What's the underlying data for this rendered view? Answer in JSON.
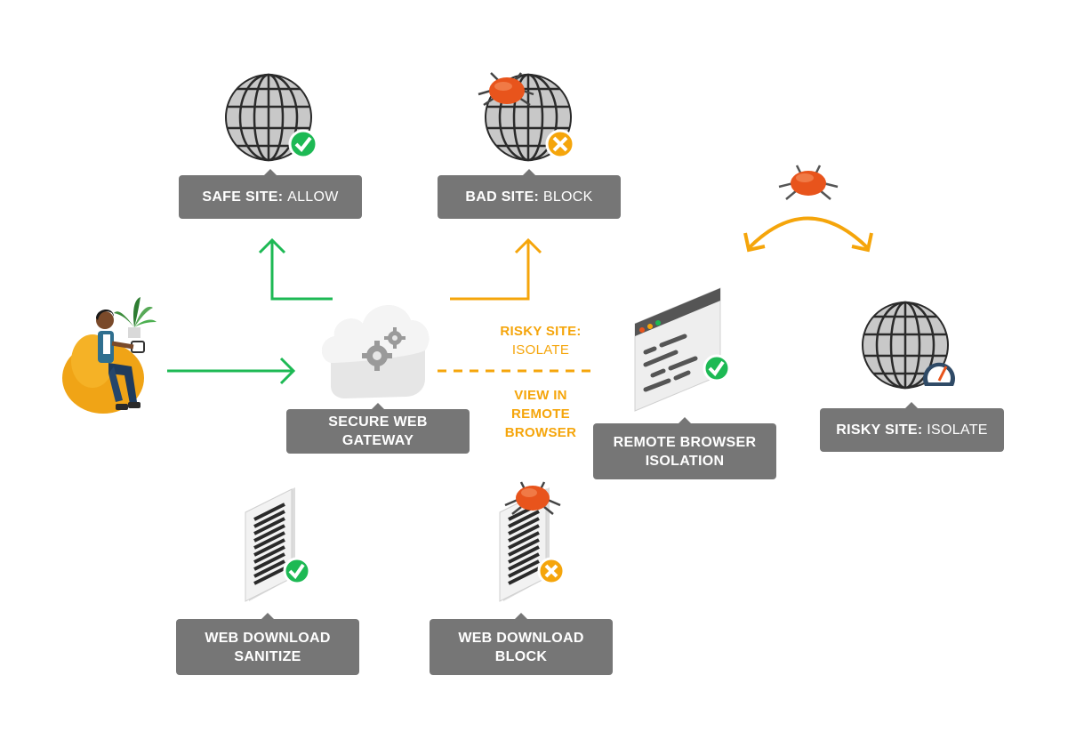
{
  "boxes": {
    "safe_site": {
      "bold": "SAFE SITE:",
      "normal": "ALLOW"
    },
    "bad_site": {
      "bold": "BAD SITE:",
      "normal": "BLOCK"
    },
    "gateway": {
      "bold": "SECURE WEB GATEWAY"
    },
    "rbi": {
      "line1": "REMOTE BROWSER",
      "line2": "ISOLATION"
    },
    "risky_site": {
      "bold": "RISKY SITE:",
      "normal": "ISOLATE"
    },
    "download_sanitize": {
      "line1": "WEB DOWNLOAD",
      "line2": "SANITIZE"
    },
    "download_block": {
      "line1": "WEB DOWNLOAD",
      "line2": "BLOCK"
    }
  },
  "labels": {
    "risky_line1": "RISKY SITE:",
    "risky_line2": "ISOLATE",
    "view_line1": "VIEW IN",
    "view_line2": "REMOTE",
    "view_line3": "BROWSER"
  },
  "colors": {
    "green": "#1db954",
    "orange": "#f5a50b",
    "box_gray": "#767676",
    "bug": "#e8541c"
  },
  "icons": [
    "user-illustration",
    "cloud-gear-icon",
    "globe-icon",
    "check-badge-icon",
    "x-badge-icon",
    "bug-icon",
    "browser-window-icon",
    "document-icon",
    "speedometer-icon"
  ]
}
